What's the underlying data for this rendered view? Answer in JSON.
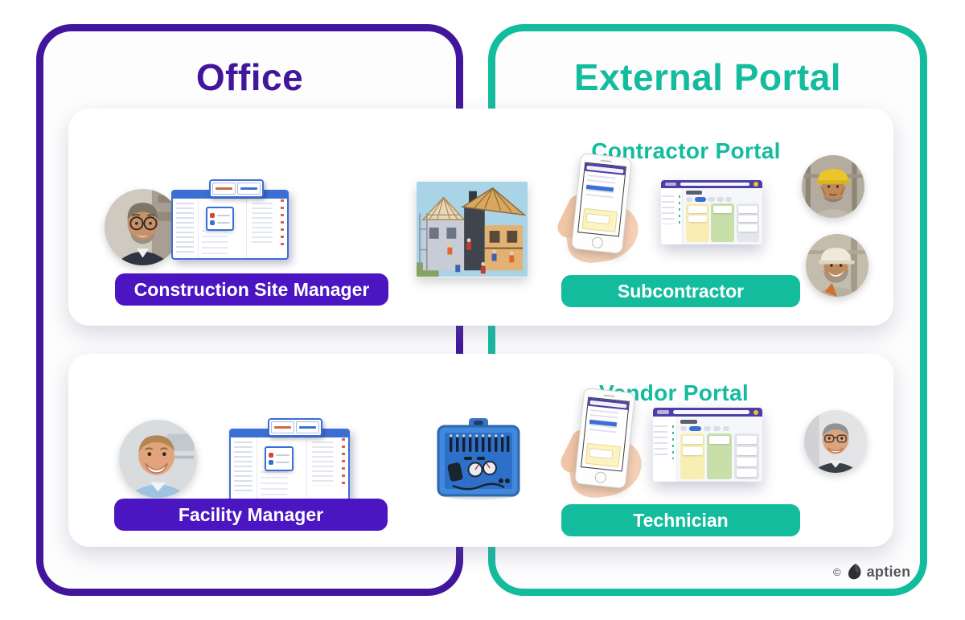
{
  "colors": {
    "purple": "#41169C",
    "purple-deep": "#4B16C2",
    "teal": "#14BC9E"
  },
  "office_panel": {
    "title": "Office"
  },
  "external_panel": {
    "title": "External Portal"
  },
  "cards": [
    {
      "portal_title": "Contractor Portal",
      "office_role": "Construction Site Manager",
      "external_role": "Subcontractor"
    },
    {
      "portal_title": "Vendor Portal",
      "office_role": "Facility Manager",
      "external_role": "Technician"
    }
  ],
  "footer": {
    "copyright_symbol": "©",
    "brand": "aptien"
  }
}
